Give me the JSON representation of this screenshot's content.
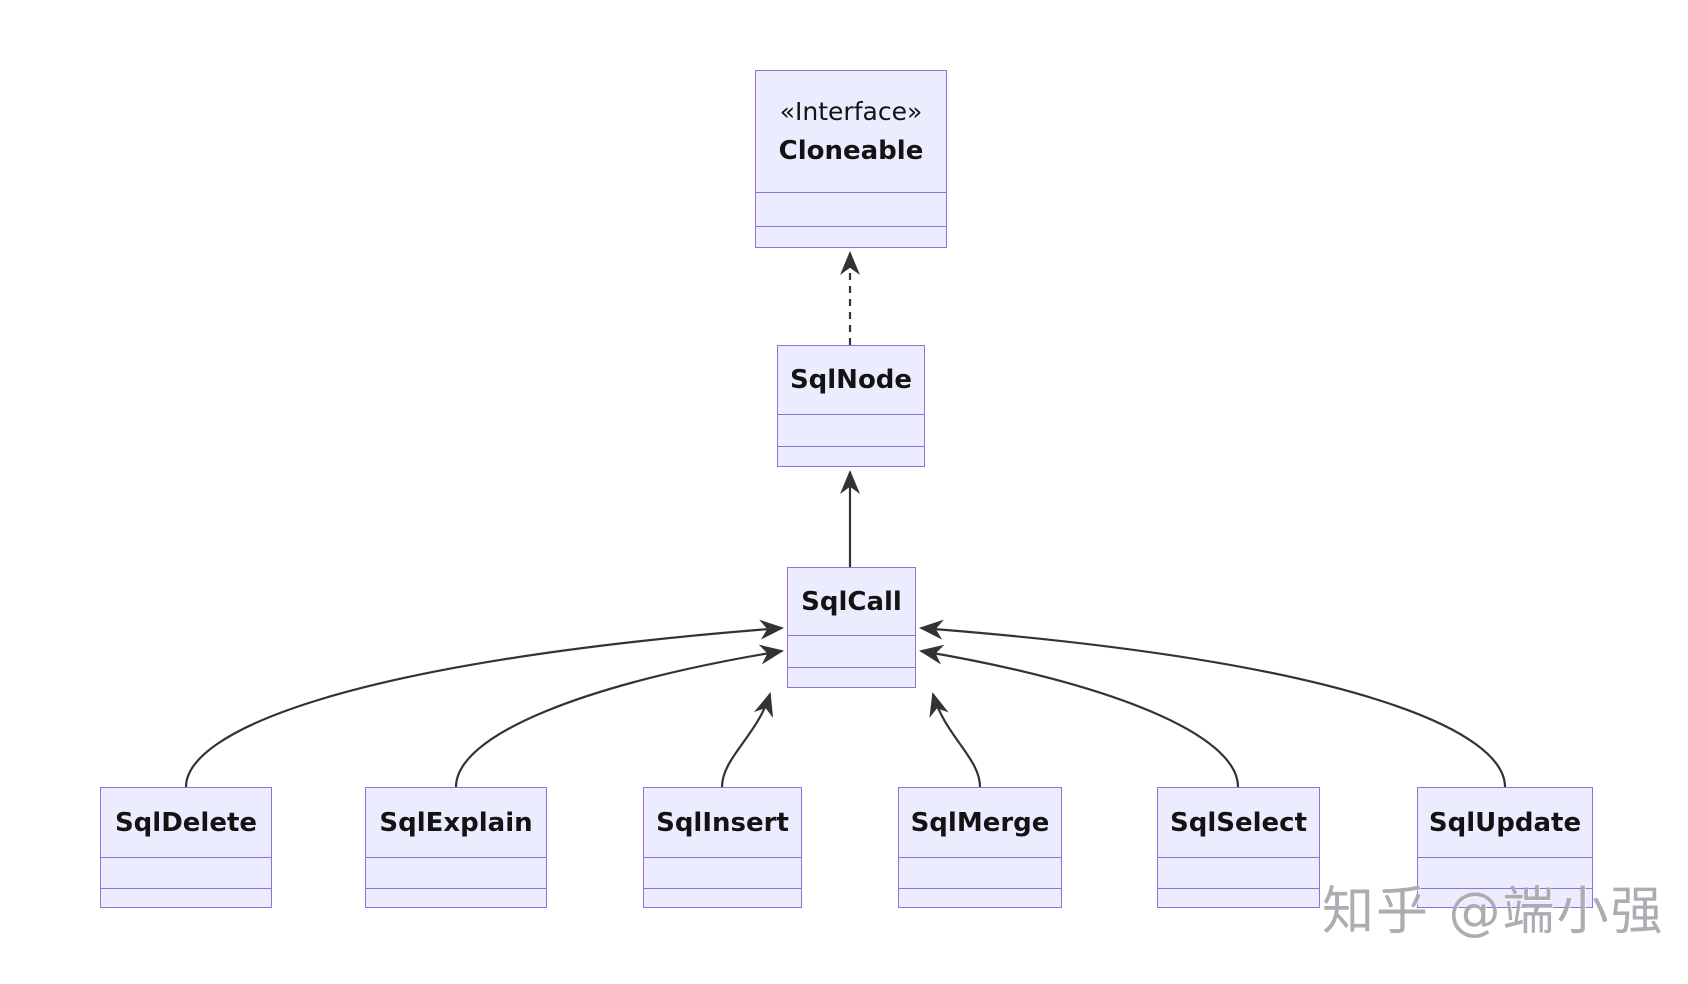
{
  "diagram": {
    "kind": "uml-class-diagram",
    "colors": {
      "node_fill": "#ECECFF",
      "node_border": "#9370DB",
      "edge_stroke": "#333333",
      "text": "#131313",
      "background": "#ffffff",
      "watermark": "#a4a3aa"
    },
    "nodes": {
      "cloneable": {
        "stereotype": "«Interface»",
        "name": "Cloneable"
      },
      "sqlnode": {
        "name": "SqlNode"
      },
      "sqlcall": {
        "name": "SqlCall"
      },
      "sqldelete": {
        "name": "SqlDelete"
      },
      "sqlexplain": {
        "name": "SqlExplain"
      },
      "sqlinsert": {
        "name": "SqlInsert"
      },
      "sqlmerge": {
        "name": "SqlMerge"
      },
      "sqlselect": {
        "name": "SqlSelect"
      },
      "sqlupdate": {
        "name": "SqlUpdate"
      }
    },
    "edges": [
      {
        "from": "SqlNode",
        "to": "Cloneable",
        "relation": "realization",
        "line": "dashed",
        "arrowhead": "chevron"
      },
      {
        "from": "SqlCall",
        "to": "SqlNode",
        "relation": "inheritance",
        "line": "solid",
        "arrowhead": "chevron"
      },
      {
        "from": "SqlDelete",
        "to": "SqlCall",
        "relation": "inheritance",
        "line": "solid",
        "arrowhead": "chevron"
      },
      {
        "from": "SqlExplain",
        "to": "SqlCall",
        "relation": "inheritance",
        "line": "solid",
        "arrowhead": "chevron"
      },
      {
        "from": "SqlInsert",
        "to": "SqlCall",
        "relation": "inheritance",
        "line": "solid",
        "arrowhead": "chevron"
      },
      {
        "from": "SqlMerge",
        "to": "SqlCall",
        "relation": "inheritance",
        "line": "solid",
        "arrowhead": "chevron"
      },
      {
        "from": "SqlSelect",
        "to": "SqlCall",
        "relation": "inheritance",
        "line": "solid",
        "arrowhead": "chevron"
      },
      {
        "from": "SqlUpdate",
        "to": "SqlCall",
        "relation": "inheritance",
        "line": "solid",
        "arrowhead": "chevron"
      }
    ]
  },
  "watermark": {
    "text": "知乎 @端小强"
  }
}
